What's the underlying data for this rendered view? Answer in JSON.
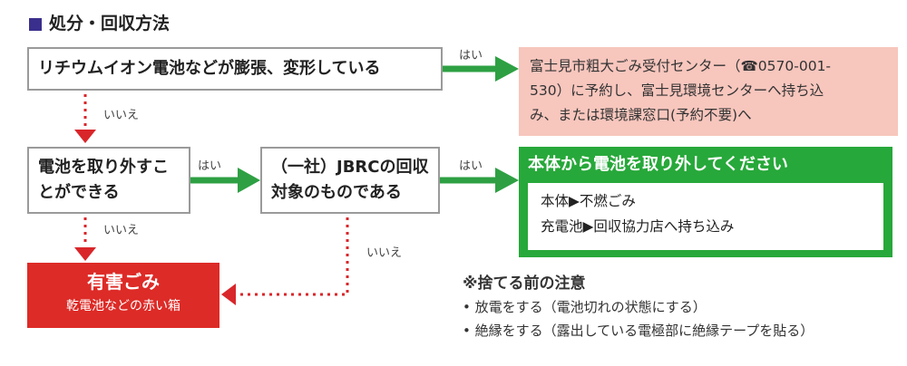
{
  "title": "処分・回収方法",
  "boxes": {
    "q1": "リチウムイオン電池などが膨張、変形している",
    "q2_line1": "電池を取り外すこ",
    "q2_line2": "とができる",
    "q3_line1": "（一社）JBRCの回収",
    "q3_line2": "対象のものである"
  },
  "pink": {
    "line1": "富士見市粗大ごみ受付センター（☎0570-001-",
    "line2": "530）に予約し、富士見環境センターへ持ち込",
    "line3": "み、または環境課窓口(予約不要)へ"
  },
  "green": {
    "title": "本体から電池を取り外してください",
    "item1": "本体▶不燃ごみ",
    "item2": "充電池▶回収協力店へ持ち込み"
  },
  "red": {
    "title": "有害ごみ",
    "sub": "乾電池などの赤い箱"
  },
  "labels": {
    "yes": "はい",
    "no": "いいえ"
  },
  "notes": {
    "title": "※捨てる前の注意",
    "item1": "• 放電をする（電池切れの状態にする）",
    "item2": "• 絶縁をする（露出している電極部に絶縁テープを貼る）"
  },
  "colors": {
    "title_mark": "#3a2f8c",
    "arrow_yes": "#2ea043",
    "arrow_no": "#d9262a",
    "pink": "#f7c6bd",
    "green": "#27a83a",
    "red": "#dd2b27"
  }
}
